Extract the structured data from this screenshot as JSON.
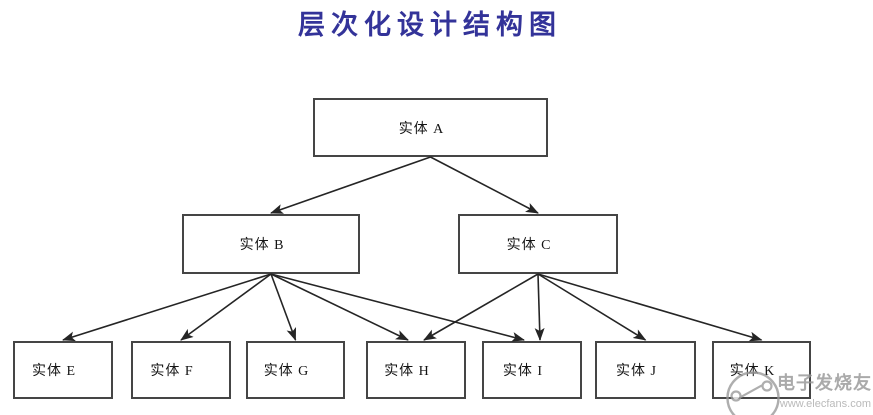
{
  "title": {
    "text": "层次化设计结构图",
    "color": "#333399"
  },
  "diagram": {
    "type": "hierarchy-flowchart",
    "line_color": "#252525",
    "box_border_color": "#454545",
    "nodes": {
      "A": {
        "label": "实体 A"
      },
      "B": {
        "label": "实体 B"
      },
      "C": {
        "label": "实体 C"
      },
      "E": {
        "label": "实体 E"
      },
      "F": {
        "label": "实体 F"
      },
      "G": {
        "label": "实体 G"
      },
      "H": {
        "label": "实体 H"
      },
      "I": {
        "label": "实体 I"
      },
      "J": {
        "label": "实体 J"
      },
      "K": {
        "label": "实体 K"
      }
    },
    "edges": [
      {
        "from": "A",
        "to": "B"
      },
      {
        "from": "A",
        "to": "C"
      },
      {
        "from": "B",
        "to": "E"
      },
      {
        "from": "B",
        "to": "F"
      },
      {
        "from": "B",
        "to": "G"
      },
      {
        "from": "B",
        "to": "H"
      },
      {
        "from": "B",
        "to": "I"
      },
      {
        "from": "C",
        "to": "H"
      },
      {
        "from": "C",
        "to": "I"
      },
      {
        "from": "C",
        "to": "J"
      },
      {
        "from": "C",
        "to": "K"
      }
    ]
  },
  "watermark": {
    "brand": "电子发烧友",
    "url": "www.elecfans.com",
    "brand_color": "#969696",
    "url_color": "#a9a9a9",
    "logo_color": "#9b9b9b"
  }
}
